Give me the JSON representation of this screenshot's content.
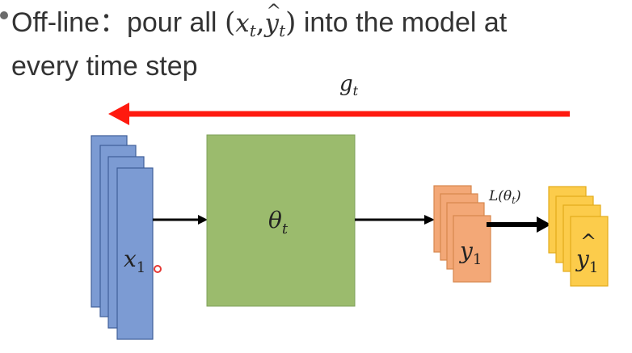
{
  "heading": {
    "prefix": "Off-line：pour all ",
    "paren_open": "(",
    "x": "x",
    "x_sub": "t",
    "comma": ",",
    "y": "y",
    "hat": "^",
    "y_sub": "t",
    "paren_close": ")",
    "suffix_line1": " into the model at",
    "line2": "every time step"
  },
  "diagram": {
    "gradient_label": {
      "base": "g",
      "sub": "t"
    },
    "input_label": {
      "base": "x",
      "sub": "1"
    },
    "model_label": {
      "base": "θ",
      "sub": "t"
    },
    "output_label": {
      "base": "y",
      "sub": "1"
    },
    "target_label": {
      "base": "y",
      "hat": "^",
      "sub": "1"
    },
    "loss_label": {
      "prefix": "L(",
      "base": "θ",
      "sub": "t",
      "suffix": ")"
    },
    "colors": {
      "gradient_arrow": "#ff1a0f",
      "input_stack_fill": "#7c9bd3",
      "input_stack_stroke": "#3f5f9a",
      "model_fill": "#9bbb6d",
      "model_stroke": "#7fa05a",
      "output_stack_fill": "#f3a877",
      "output_stack_stroke": "#d7874d",
      "target_stack_fill": "#fccc4b",
      "target_stack_stroke": "#e3ac1a",
      "arrow": "#000000",
      "pointer_dot": "#e53935"
    }
  }
}
